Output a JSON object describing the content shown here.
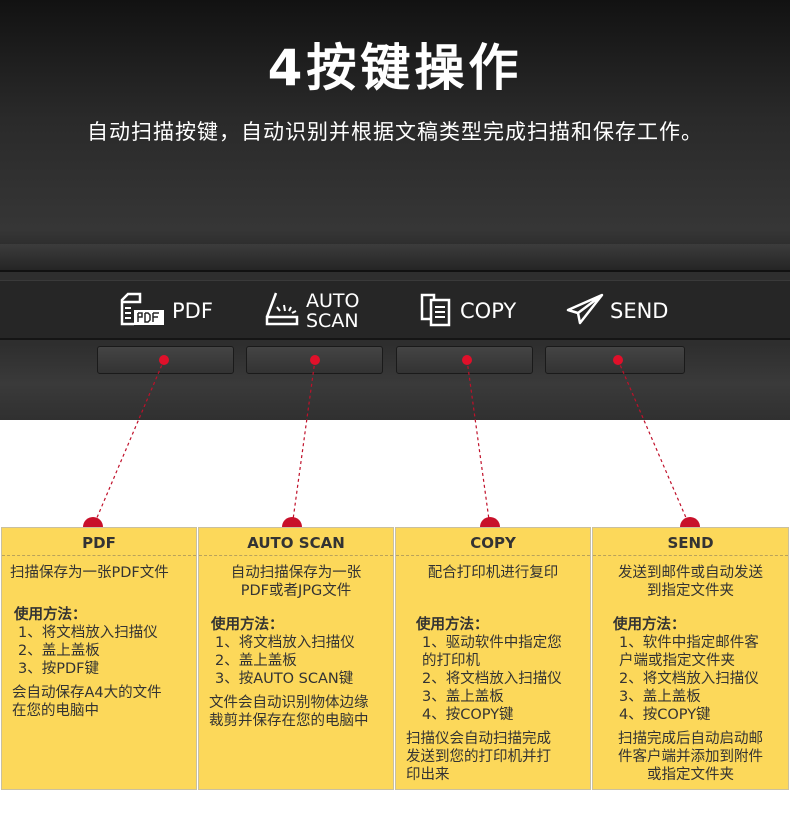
{
  "title": "4按键操作",
  "subtitle": "自动扫描按键，自动识别并根据文稿类型完成扫描和保存工作。",
  "buttons": [
    {
      "label": "PDF",
      "icon": "pdf-document-icon"
    },
    {
      "label1": "AUTO",
      "label2": "SCAN",
      "icon": "auto-scan-icon"
    },
    {
      "label": "COPY",
      "icon": "copy-icon"
    },
    {
      "label": "SEND",
      "icon": "paper-plane-icon"
    }
  ],
  "colors": {
    "card": "#fcd85a",
    "dot": "#d0102a"
  },
  "cards": [
    {
      "title": "PDF",
      "desc": [
        "扫描保存为一张PDF文件"
      ],
      "usage": "使用方法：",
      "steps": [
        "1、将文档放入扫描仪",
        "2、盖上盖板",
        "3、按PDF键"
      ],
      "note": [
        "会自动保存A4大的文件",
        "在您的电脑中"
      ]
    },
    {
      "title": "AUTO SCAN",
      "desc": [
        "自动扫描保存为一张",
        "PDF或者JPG文件"
      ],
      "usage": "使用方法：",
      "steps": [
        "1、将文档放入扫描仪",
        "2、盖上盖板",
        "3、按AUTO SCAN键"
      ],
      "note": [
        "文件会自动识别物体边缘",
        "裁剪并保存在您的电脑中"
      ]
    },
    {
      "title": "COPY",
      "desc": [
        "配合打印机进行复印"
      ],
      "usage": "使用方法：",
      "steps": [
        "1、驱动软件中指定您",
        "的打印机",
        "2、将文档放入扫描仪",
        "3、盖上盖板",
        "4、按COPY键"
      ],
      "note": [
        "扫描仪会自动扫描完成",
        "发送到您的打印机并打",
        "印出来"
      ]
    },
    {
      "title": "SEND",
      "desc": [
        "发送到邮件或自动发送",
        "到指定文件夹"
      ],
      "usage": "使用方法：",
      "steps": [
        "1、软件中指定邮件客",
        "户端或指定文件夹",
        "2、将文档放入扫描仪",
        "3、盖上盖板",
        "4、按COPY键"
      ],
      "note": [
        "扫描完成后自动启动邮",
        "件客户端并添加到附件",
        "或指定文件夹"
      ]
    }
  ]
}
